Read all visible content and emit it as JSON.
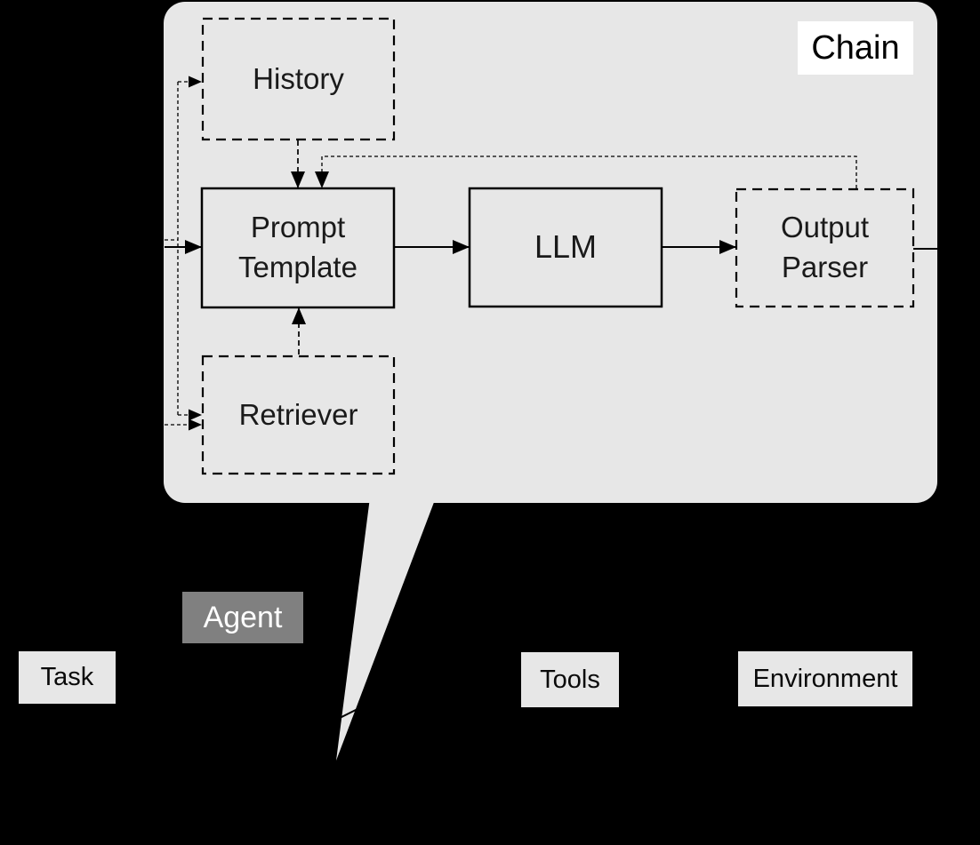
{
  "diagram": {
    "chain": {
      "label": "Chain",
      "nodes": {
        "history": {
          "label": "History",
          "border": "dashed"
        },
        "prompt_template": {
          "label": "Prompt Template",
          "border": "solid"
        },
        "llm": {
          "label": "LLM",
          "border": "solid"
        },
        "output_parser": {
          "label": "Output Parser",
          "border": "dashed"
        },
        "retriever": {
          "label": "Retriever",
          "border": "dashed"
        }
      },
      "flow": [
        "input -> Prompt Template (solid arrow)",
        "History -> Prompt Template (dashed arrow)",
        "Retriever -> Prompt Template (dashed arrow)",
        "Prompt Template -> LLM (solid arrow)",
        "LLM -> Output Parser (solid arrow)",
        "Output Parser -> Prompt Template (dashed feedback line)",
        "Output Parser -> output (solid line)"
      ]
    },
    "agent_layer": {
      "agent": {
        "label": "Agent"
      },
      "task": {
        "label": "Task"
      },
      "tools": {
        "label": "Tools"
      },
      "environment": {
        "label": "Environment"
      }
    },
    "colors": {
      "page_background": "#000000",
      "chain_bubble_bg": "#e7e7e7",
      "chain_tag_bg": "#ffffff",
      "agent_tag_bg": "#808080",
      "agent_tag_text": "#ffffff",
      "line": "#000000",
      "text": "#1a1a1a"
    }
  }
}
